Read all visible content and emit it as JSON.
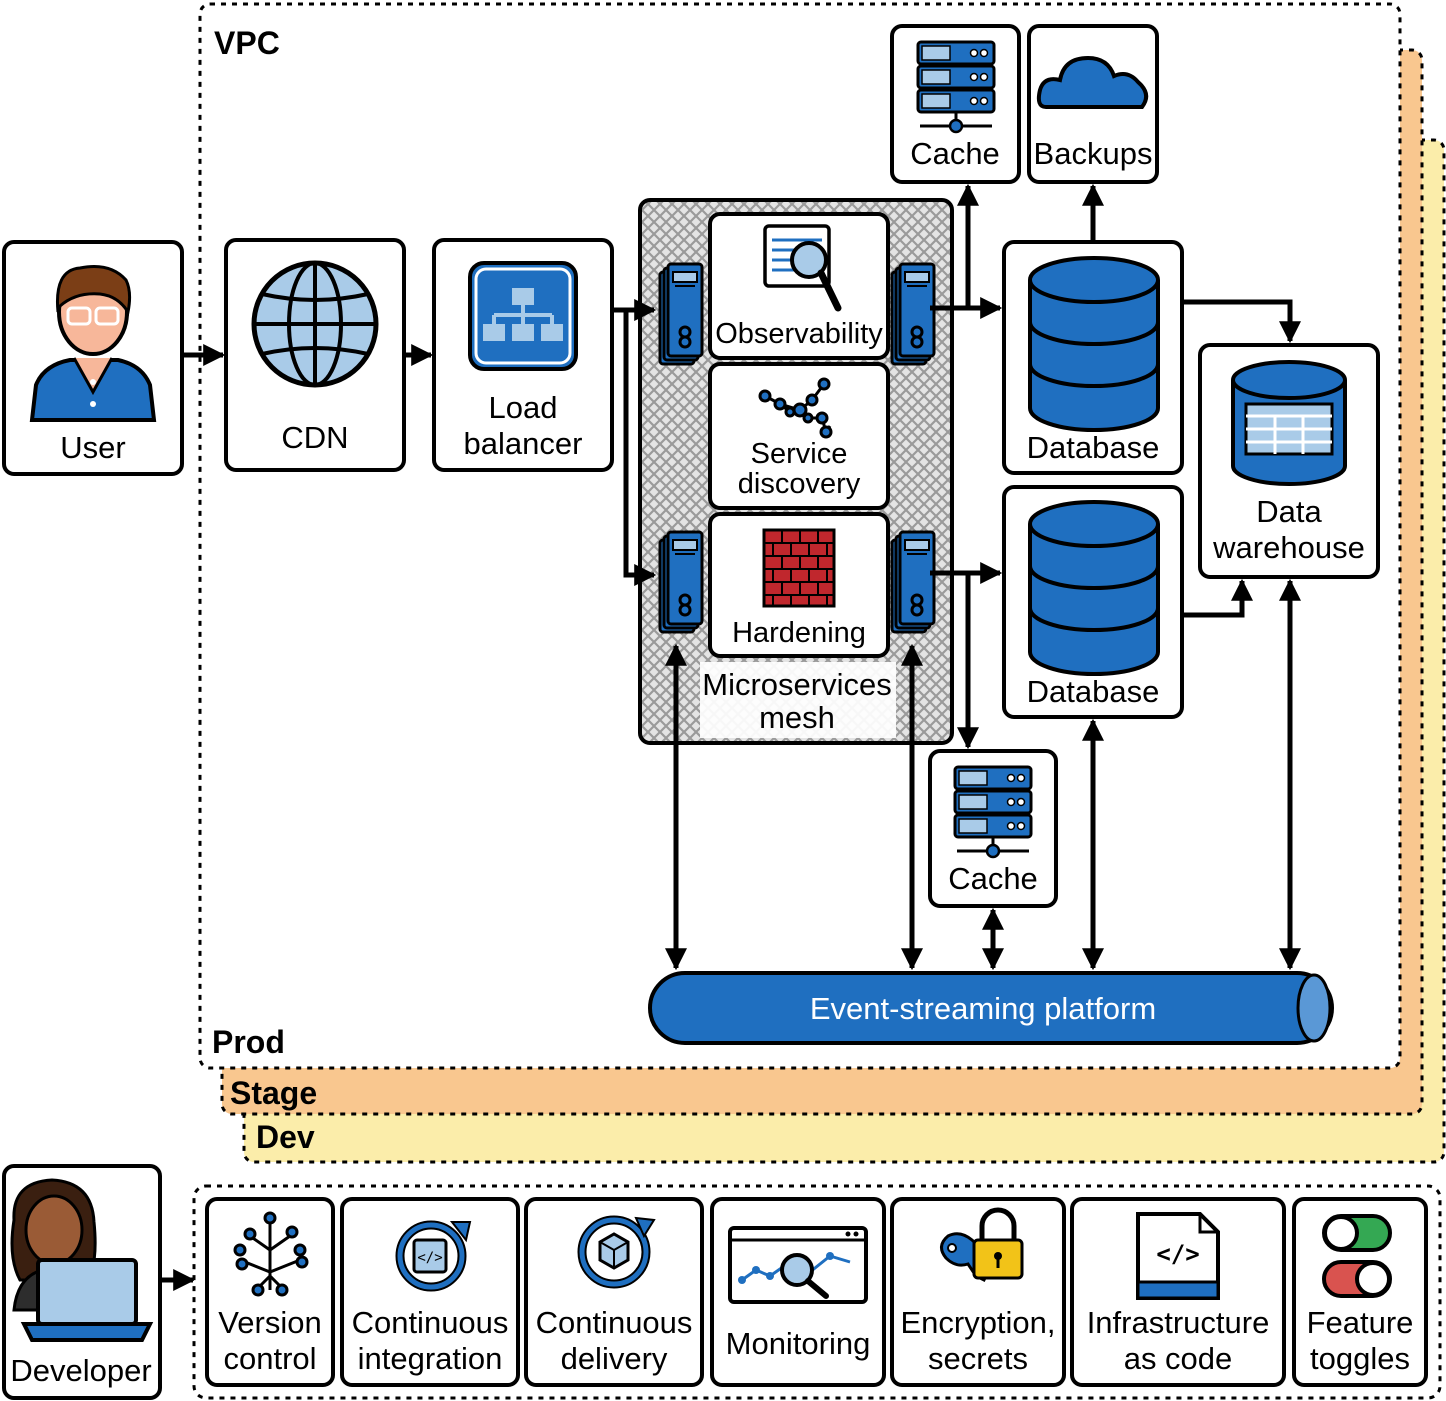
{
  "environments": {
    "vpc": "VPC",
    "prod": "Prod",
    "stage": "Stage",
    "dev": "Dev"
  },
  "nodes": {
    "user": "User",
    "cdn": "CDN",
    "load_balancer": [
      "Load",
      "balancer"
    ],
    "observability": "Observability",
    "service_discovery": [
      "Service",
      "discovery"
    ],
    "hardening": "Hardening",
    "mesh": [
      "Microservices",
      "mesh"
    ],
    "cache_top": "Cache",
    "backups": "Backups",
    "database_top": "Database",
    "database_bottom": "Database",
    "data_warehouse": [
      "Data",
      "warehouse"
    ],
    "cache_bottom": "Cache",
    "event_streaming": "Event-streaming platform",
    "developer": "Developer"
  },
  "tools": [
    {
      "line1": "Version",
      "line2": "control",
      "icon": "version-control-icon"
    },
    {
      "line1": "Continuous",
      "line2": "integration",
      "icon": "continuous-integration-icon"
    },
    {
      "line1": "Continuous",
      "line2": "delivery",
      "icon": "continuous-delivery-icon"
    },
    {
      "line1": "Monitoring",
      "line2": "",
      "icon": "monitoring-icon"
    },
    {
      "line1": "Encryption,",
      "line2": "secrets",
      "icon": "encryption-secrets-icon"
    },
    {
      "line1": "Infrastructure",
      "line2": "as code",
      "icon": "infrastructure-as-code-icon"
    },
    {
      "line1": "Feature",
      "line2": "toggles",
      "icon": "feature-toggles-icon"
    }
  ],
  "colors": {
    "blue": "#1f6fc0",
    "light_blue": "#a9cbe8",
    "stage": "#f9c78f",
    "dev": "#fbedaa",
    "brick": "#c0272d",
    "mesh_bg": "#d9d9d9"
  }
}
